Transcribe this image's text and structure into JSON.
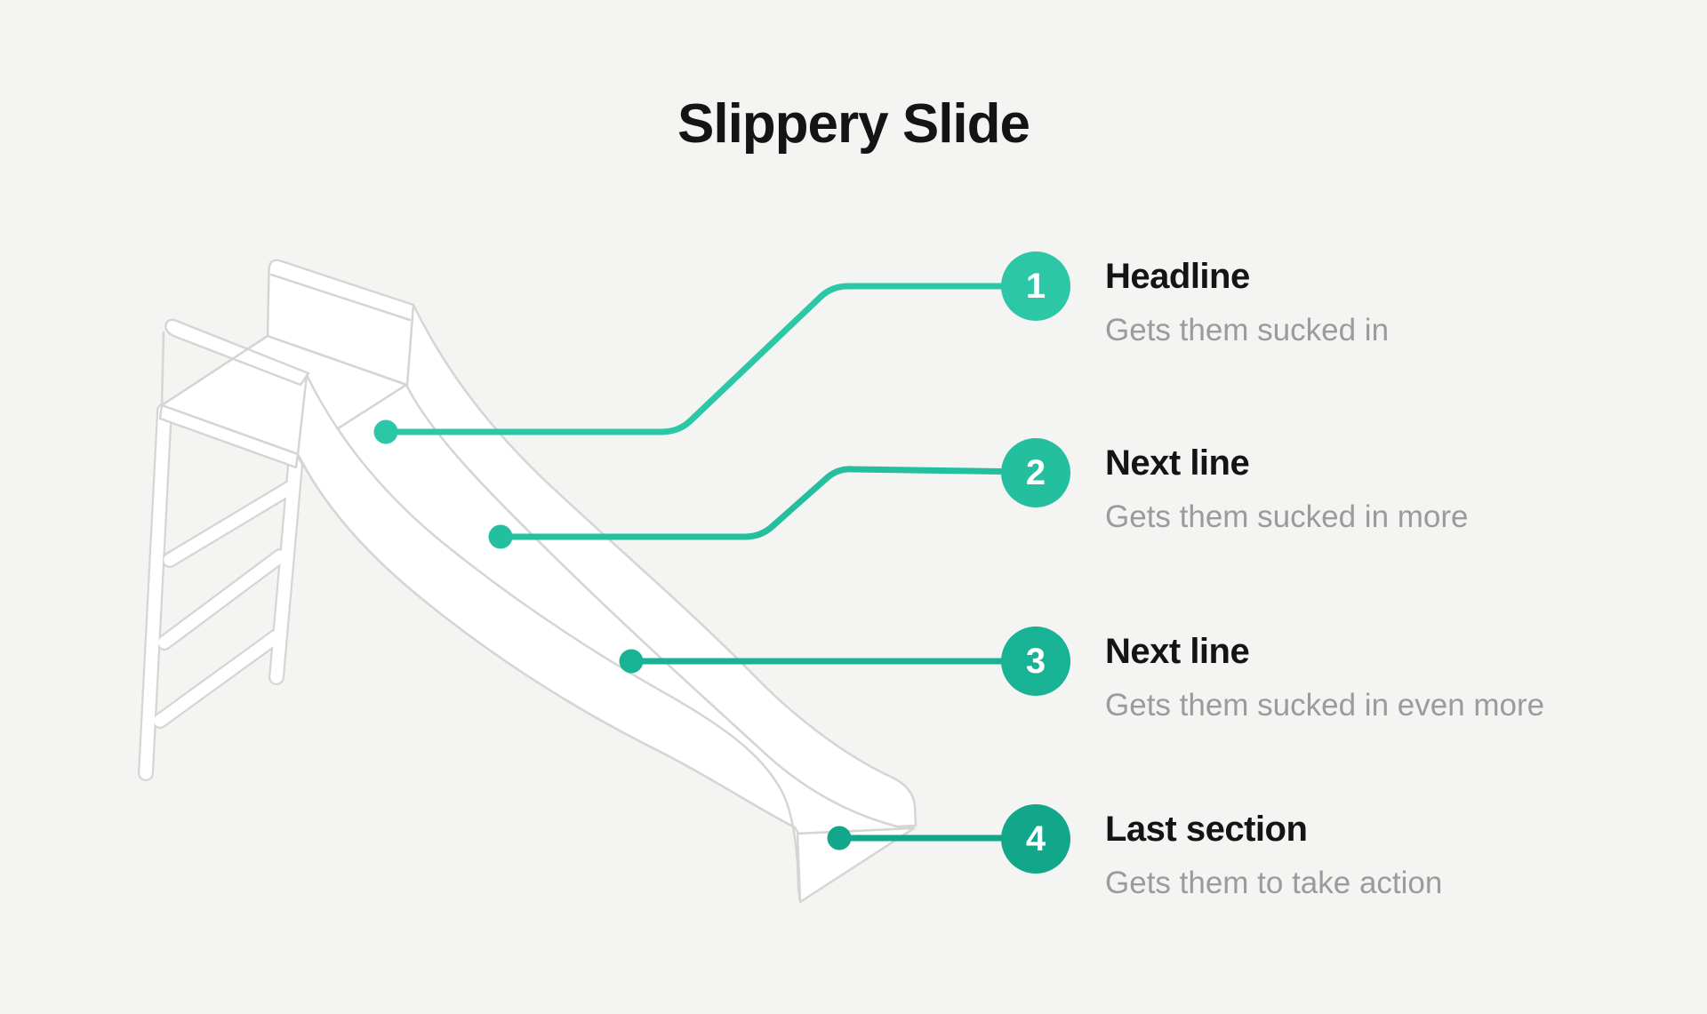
{
  "page": {
    "title": "Slippery Slide",
    "background_color": "#f4f4f2",
    "title_color": "#141414"
  },
  "illustration": {
    "name": "playground-slide-line-drawing",
    "outline_color": "#d5d5d3",
    "fill_color": "#ffffff"
  },
  "text_colors": {
    "label": "#141414",
    "description": "#9b9b9b",
    "badge_number": "#ffffff"
  },
  "items": [
    {
      "number": "1",
      "label": "Headline",
      "description": "Gets them sucked in",
      "accent": "#2cc7a6"
    },
    {
      "number": "2",
      "label": "Next line",
      "description": "Gets them sucked in more",
      "accent": "#23bf9f"
    },
    {
      "number": "3",
      "label": "Next line",
      "description": "Gets them sucked in even more",
      "accent": "#18b295"
    },
    {
      "number": "4",
      "label": "Last section",
      "description": "Gets them to take action",
      "accent": "#12a78a"
    }
  ]
}
